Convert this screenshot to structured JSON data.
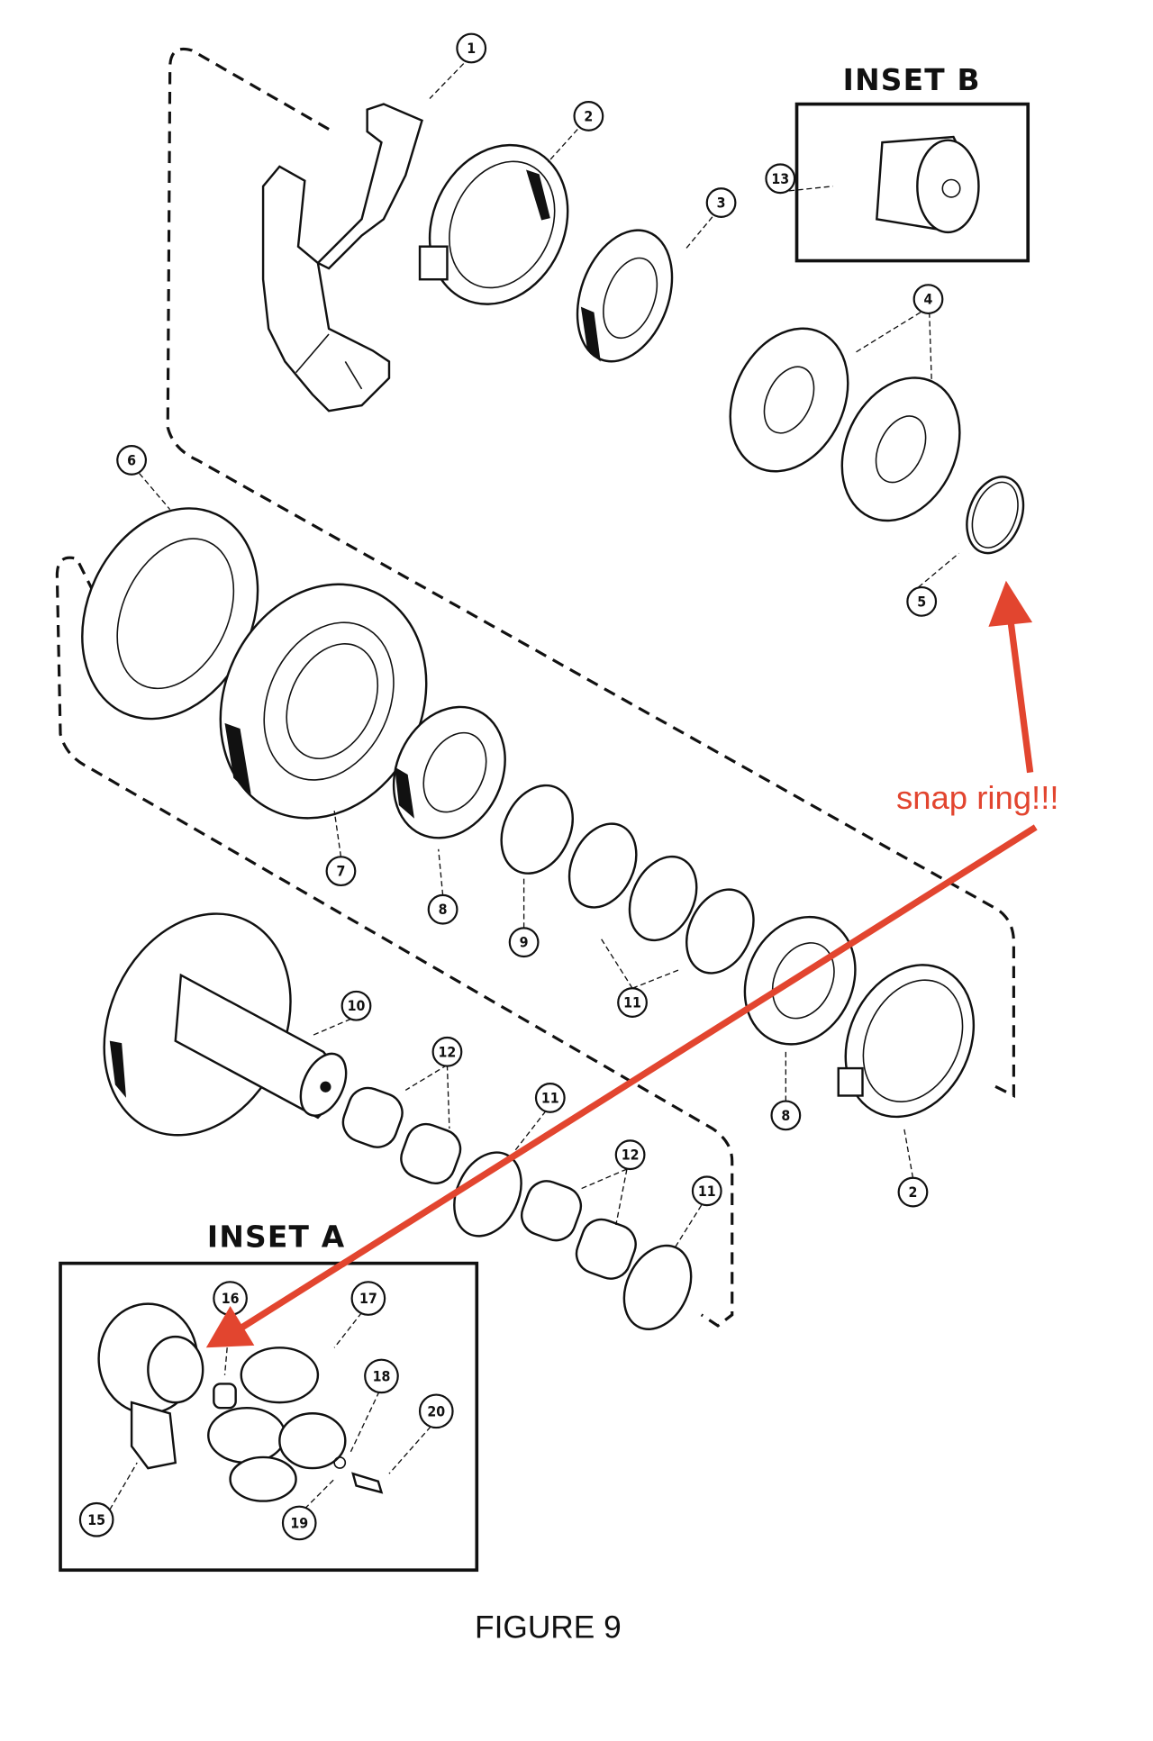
{
  "figure": {
    "caption": "FIGURE 9",
    "inset_a_title": "INSET  A",
    "inset_b_title": "INSET  B"
  },
  "annotation": {
    "text": "snap ring!!!",
    "color": "#e2452f"
  },
  "callouts": {
    "c1": "1",
    "c2a": "2",
    "c3": "3",
    "c4": "4",
    "c5": "5",
    "c6": "6",
    "c7": "7",
    "c8a": "8",
    "c9": "9",
    "c10": "10",
    "c11a": "11",
    "c12a": "12",
    "c11b": "11",
    "c12b": "12",
    "c11c": "11",
    "c8b": "8",
    "c2b": "2",
    "c13": "13",
    "c15": "15",
    "c16": "16",
    "c17": "17",
    "c18": "18",
    "c19": "19",
    "c20": "20"
  }
}
